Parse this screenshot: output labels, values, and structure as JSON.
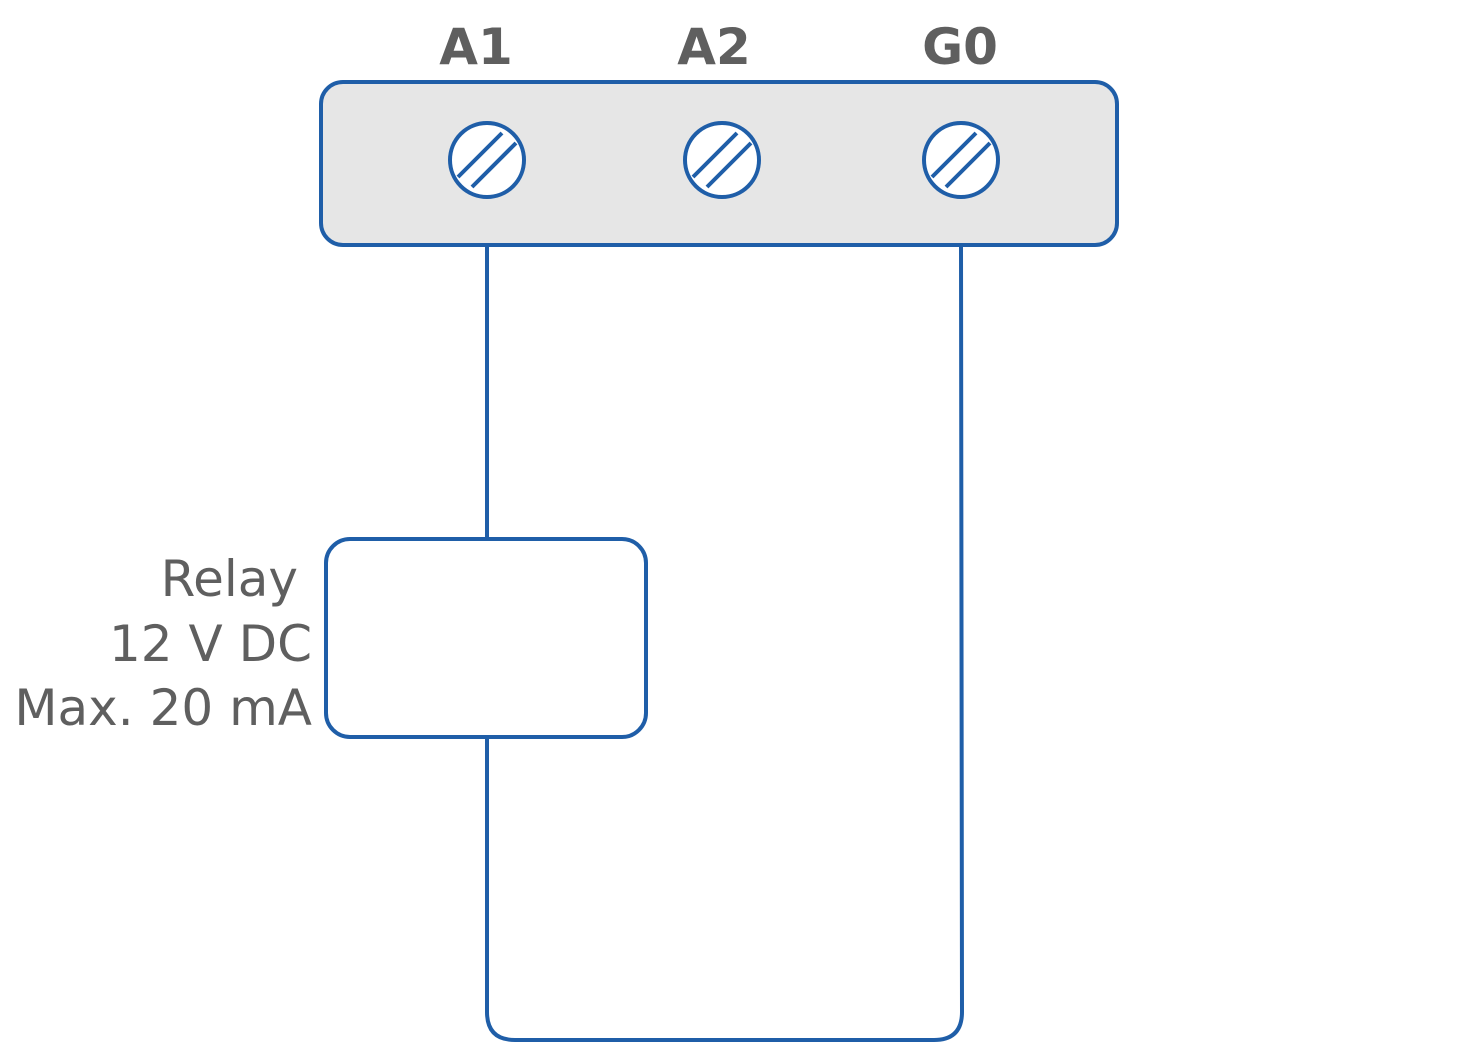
{
  "terminals": [
    {
      "id": "a1",
      "label": "A1"
    },
    {
      "id": "a2",
      "label": "A2"
    },
    {
      "id": "g0",
      "label": "G0"
    }
  ],
  "relay": {
    "name": "Relay",
    "voltage": "12 V DC",
    "current": "Max. 20 mA"
  },
  "colors": {
    "stroke": "#1f5ea8",
    "terminal_block_fill": "#e6e6e6",
    "text": "#5f5f5f",
    "background": "#ffffff"
  },
  "icons": {
    "screw": "screw-terminal-icon"
  }
}
